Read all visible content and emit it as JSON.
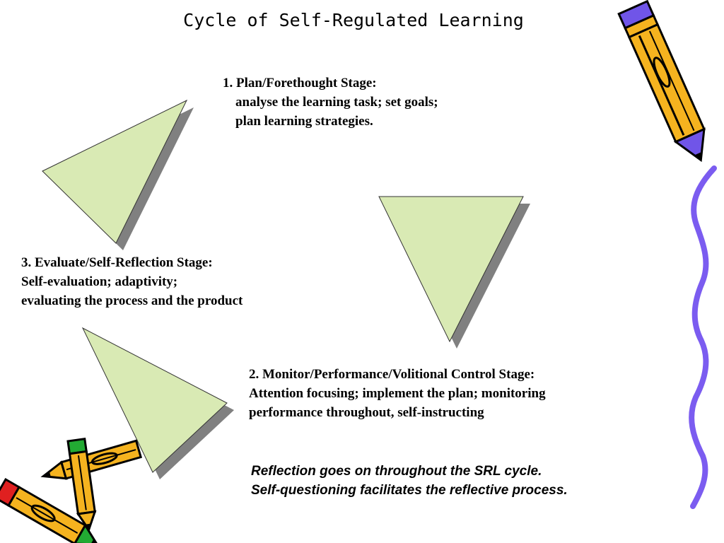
{
  "title": "Cycle of Self-Regulated Learning",
  "stages": {
    "plan": {
      "heading": "1. Plan/Forethought Stage:",
      "line1": "analyse the learning task; set goals;",
      "line2": "plan learning strategies."
    },
    "monitor": {
      "heading": "2. Monitor/Performance/Volitional Control Stage:",
      "line1": "Attention focusing; implement the plan; monitoring",
      "line2": "performance throughout, self-instructing"
    },
    "evaluate": {
      "heading": "3. Evaluate/Self-Reflection Stage:",
      "line1": "Self-evaluation; adaptivity;",
      "line2": "evaluating the process and the product"
    }
  },
  "note": {
    "line1": "Reflection goes on throughout the SRL cycle.",
    "line2": "Self-questioning facilitates the reflective process."
  },
  "colors": {
    "triangle_fill": "#d9eab4",
    "triangle_shadow": "#808080",
    "wavy_line": "#7b5cf0",
    "pencil_body": "#f5b31f",
    "pencil_accent_purple": "#7055e8",
    "pencil_accent_red": "#e02020",
    "pencil_accent_green": "#22aa33"
  },
  "icons": [
    "pencil-clipart-icon",
    "crossed-pencils-clipart-icon"
  ]
}
